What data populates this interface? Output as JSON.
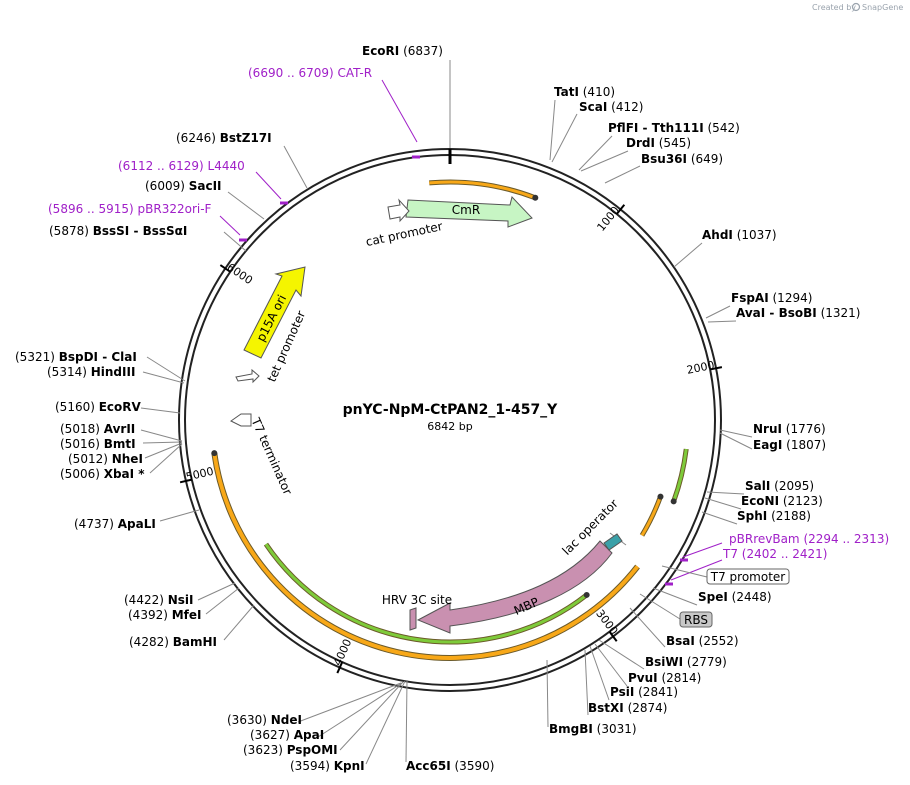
{
  "branding": {
    "created_by": "Created by",
    "product": "SnapGene"
  },
  "plasmid": {
    "name": "pnYC-NpM-CtPAN2_1-457_Y",
    "length_label": "6842 bp"
  },
  "ticks": [
    "1000",
    "2000",
    "3000",
    "4000",
    "5000",
    "6000"
  ],
  "sites": [
    {
      "id": "ecori",
      "pos": "(6837)",
      "name": "EcoRI"
    },
    {
      "id": "tati",
      "pos": "(410)",
      "name": "TatI"
    },
    {
      "id": "scai",
      "pos": "(412)",
      "name": "ScaI"
    },
    {
      "id": "pflfi",
      "pos": "(542)",
      "name": "PflFI",
      "alt": "Tth111I"
    },
    {
      "id": "drdi",
      "pos": "(545)",
      "name": "DrdI"
    },
    {
      "id": "bsu36i",
      "pos": "(649)",
      "name": "Bsu36I"
    },
    {
      "id": "ahdi",
      "pos": "(1037)",
      "name": "AhdI"
    },
    {
      "id": "fspai",
      "pos": "(1294)",
      "name": "FspAI"
    },
    {
      "id": "avai",
      "pos": "(1321)",
      "name": "AvaI",
      "alt": "BsoBI"
    },
    {
      "id": "nrui",
      "pos": "(1776)",
      "name": "NruI"
    },
    {
      "id": "eagi",
      "pos": "(1807)",
      "name": "EagI"
    },
    {
      "id": "sali",
      "pos": "(2095)",
      "name": "SalI"
    },
    {
      "id": "econi",
      "pos": "(2123)",
      "name": "EcoNI"
    },
    {
      "id": "sphi",
      "pos": "(2188)",
      "name": "SphI"
    },
    {
      "id": "spei",
      "pos": "(2448)",
      "name": "SpeI"
    },
    {
      "id": "bsai",
      "pos": "(2552)",
      "name": "BsaI"
    },
    {
      "id": "bsiwi",
      "pos": "(2779)",
      "name": "BsiWI"
    },
    {
      "id": "pvui",
      "pos": "(2814)",
      "name": "PvuI"
    },
    {
      "id": "psii",
      "pos": "(2841)",
      "name": "PsiI"
    },
    {
      "id": "bstxi",
      "pos": "(2874)",
      "name": "BstXI"
    },
    {
      "id": "bmgbi",
      "pos": "(3031)",
      "name": "BmgBI"
    },
    {
      "id": "acc65i",
      "pos": "(3590)",
      "name": "Acc65I"
    },
    {
      "id": "kpni",
      "pos": "(3594)",
      "name": "KpnI"
    },
    {
      "id": "pspomi",
      "pos": "(3623)",
      "name": "PspOMI"
    },
    {
      "id": "apai",
      "pos": "(3627)",
      "name": "ApaI"
    },
    {
      "id": "ndei",
      "pos": "(3630)",
      "name": "NdeI"
    },
    {
      "id": "bamhi",
      "pos": "(4282)",
      "name": "BamHI"
    },
    {
      "id": "mfei",
      "pos": "(4392)",
      "name": "MfeI"
    },
    {
      "id": "nsii",
      "pos": "(4422)",
      "name": "NsiI"
    },
    {
      "id": "apali",
      "pos": "(4737)",
      "name": "ApaLI"
    },
    {
      "id": "xbai",
      "pos": "(5006)",
      "name": "XbaI *"
    },
    {
      "id": "nhei",
      "pos": "(5012)",
      "name": "NheI"
    },
    {
      "id": "bmti",
      "pos": "(5016)",
      "name": "BmtI"
    },
    {
      "id": "avrii",
      "pos": "(5018)",
      "name": "AvrII"
    },
    {
      "id": "ecorv",
      "pos": "(5160)",
      "name": "EcoRV"
    },
    {
      "id": "hindiii",
      "pos": "(5314)",
      "name": "HindIII"
    },
    {
      "id": "bspdi",
      "pos": "(5321)",
      "name": "BspDI",
      "alt": "ClaI"
    },
    {
      "id": "bsssi",
      "pos": "(5878)",
      "name": "BssSI",
      "alt": "BssSαI"
    },
    {
      "id": "sacii",
      "pos": "(6009)",
      "name": "SacII"
    },
    {
      "id": "bstz17i",
      "pos": "(6246)",
      "name": "BstZ17I"
    }
  ],
  "primers": [
    {
      "id": "cat-r",
      "range": "(6690 .. 6709)",
      "name": "CAT-R"
    },
    {
      "id": "l4440",
      "range": "(6112 .. 6129)",
      "name": "L4440"
    },
    {
      "id": "pbr322ori-f",
      "range": "(5896 .. 5915)",
      "name": "pBR322ori-F"
    },
    {
      "id": "pbrrevbam",
      "range": "(2294 .. 2313)",
      "name": "pBRrevBam"
    },
    {
      "id": "t7",
      "range": "(2402 .. 2421)",
      "name": "T7"
    }
  ],
  "features": {
    "cmr": "CmR",
    "cat_promoter": "cat promoter",
    "p15a_ori": "p15A ori",
    "tet_promoter": "tet promoter",
    "t7_terminator": "T7 terminator",
    "lac_operator": "lac operator",
    "mbp": "MBP",
    "hrv_site": "HRV 3C site",
    "t7_promoter": "T7 promoter",
    "rbs": "RBS"
  },
  "colors": {
    "cmr": "#c7f5c4",
    "p15a_ori": "#f5f500",
    "mbp": "#c990b0",
    "orf_orange": "#f8a818",
    "orf_green": "#7ecb3a",
    "primer": "#a020c8",
    "lac_operator": "#3aa0a8"
  }
}
